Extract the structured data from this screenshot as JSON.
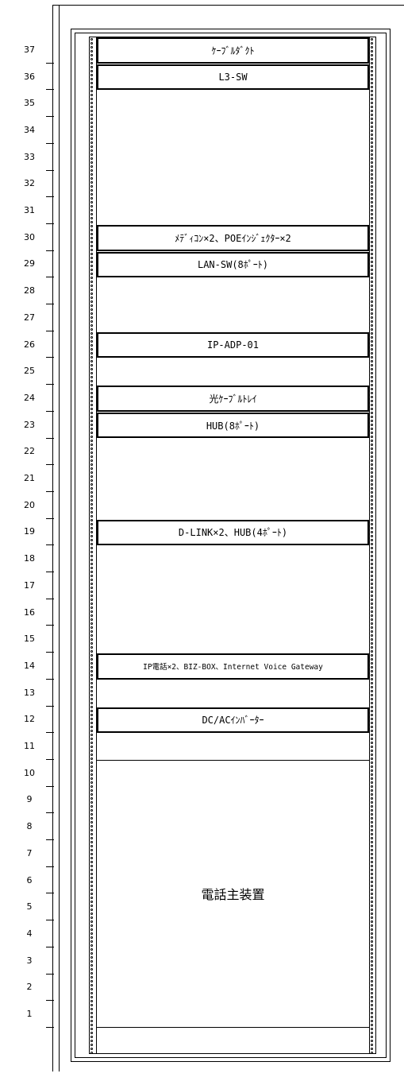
{
  "rack": {
    "units": [
      {
        "u": 37,
        "label": "37"
      },
      {
        "u": 36,
        "label": "36"
      },
      {
        "u": 35,
        "label": "35"
      },
      {
        "u": 34,
        "label": "34"
      },
      {
        "u": 33,
        "label": "33"
      },
      {
        "u": 32,
        "label": "32"
      },
      {
        "u": 31,
        "label": "31"
      },
      {
        "u": 30,
        "label": "30"
      },
      {
        "u": 29,
        "label": "29"
      },
      {
        "u": 28,
        "label": "28"
      },
      {
        "u": 27,
        "label": "27"
      },
      {
        "u": 26,
        "label": "26"
      },
      {
        "u": 25,
        "label": "25"
      },
      {
        "u": 24,
        "label": "24"
      },
      {
        "u": 23,
        "label": "23"
      },
      {
        "u": 22,
        "label": "22"
      },
      {
        "u": 21,
        "label": "21"
      },
      {
        "u": 20,
        "label": "20"
      },
      {
        "u": 19,
        "label": "19"
      },
      {
        "u": 18,
        "label": "18"
      },
      {
        "u": 17,
        "label": "17"
      },
      {
        "u": 16,
        "label": "16"
      },
      {
        "u": 15,
        "label": "15"
      },
      {
        "u": 14,
        "label": "14"
      },
      {
        "u": 13,
        "label": "13"
      },
      {
        "u": 12,
        "label": "12"
      },
      {
        "u": 11,
        "label": "11"
      },
      {
        "u": 10,
        "label": "10"
      },
      {
        "u": 9,
        "label": "9"
      },
      {
        "u": 8,
        "label": "8"
      },
      {
        "u": 7,
        "label": "7"
      },
      {
        "u": 6,
        "label": "6"
      },
      {
        "u": 5,
        "label": "5"
      },
      {
        "u": 4,
        "label": "4"
      },
      {
        "u": 3,
        "label": "3"
      },
      {
        "u": 2,
        "label": "2"
      },
      {
        "u": 1,
        "label": "1"
      }
    ],
    "equipment": [
      {
        "u": 37,
        "label": "ｹｰﾌﾞﾙﾀﾞｸﾄ"
      },
      {
        "u": 36,
        "label": "L3-SW"
      },
      {
        "u": 30,
        "label": "ﾒﾃﾞｨｺﾝ×2、POEｲﾝｼﾞｪｸﾀｰ×2"
      },
      {
        "u": 29,
        "label": "LAN-SW(8ﾎﾟｰﾄ)"
      },
      {
        "u": 26,
        "label": "IP-ADP-01"
      },
      {
        "u": 24,
        "label": "光ｹｰﾌﾞﾙﾄﾚｲ"
      },
      {
        "u": 23,
        "label": "HUB(8ﾎﾟｰﾄ)"
      },
      {
        "u": 19,
        "label": "D-LINK×2、HUB(4ﾎﾟｰﾄ)"
      },
      {
        "u": 14,
        "label": "IP電話×2、BIZ-BOX、Internet Voice Gateway",
        "small": true
      },
      {
        "u": 12,
        "label": "DC/ACｲﾝﾊﾞｰﾀｰ"
      }
    ],
    "main_unit": {
      "label": "電話主装置",
      "top_u": 10,
      "bottom_u": 1
    }
  }
}
